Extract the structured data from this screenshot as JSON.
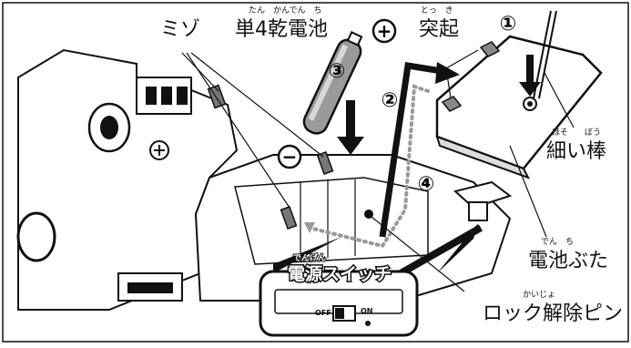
{
  "labels": {
    "groove": "ミゾ",
    "battery": "単4乾電池",
    "battery_ruby": "たん　かんでん　ち",
    "plus": "+",
    "minus": "−",
    "protrusion": "突起",
    "protrusion_ruby": "とっ　き",
    "thin_rod": "細い棒",
    "thin_rod_ruby": "ほそ　　ぼう",
    "battery_cover": "電池ぶた",
    "battery_cover_ruby": "でん　ち",
    "power_switch": "電源スイッチ",
    "power_switch_ruby": "でんげん",
    "lock_release_pin": "ロック解除ピン",
    "lock_release_pin_ruby": "かいじょ",
    "switch_off": "OFF",
    "switch_on": "ON"
  },
  "steps": [
    "①",
    "②",
    "③",
    "④"
  ]
}
